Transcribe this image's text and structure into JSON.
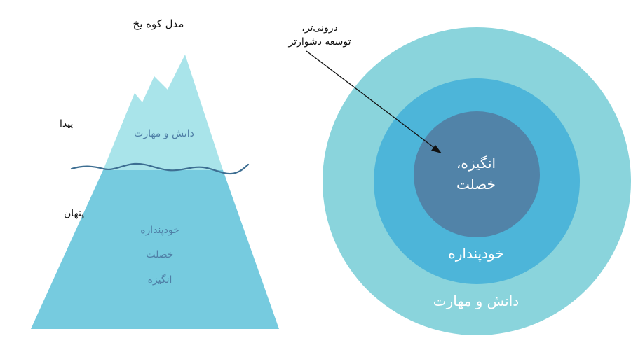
{
  "iceberg": {
    "title": "مدل کوه یخ",
    "visible_label": "پیدا",
    "hidden_label": "پنهان",
    "tip_text": "دانش و مهارت",
    "hidden_items": [
      "خودپنداره",
      "خصلت",
      "انگیزه"
    ]
  },
  "circles": {
    "annotation_line1": "درونی‌تر،",
    "annotation_line2": "توسعه دشوارتر",
    "inner_line1": "انگیزه،",
    "inner_line2": "خصلت",
    "middle_label": "خودپنداره",
    "outer_label": "دانش و مهارت"
  },
  "colors": {
    "iceberg_tip": "#a9e4ea",
    "iceberg_body": "#76cbdf",
    "waterline": "#3d6e92",
    "ring_outer": "#8ad4dc",
    "ring_middle": "#4db5d9",
    "ring_inner": "#5183a8",
    "arrow": "#111111"
  }
}
